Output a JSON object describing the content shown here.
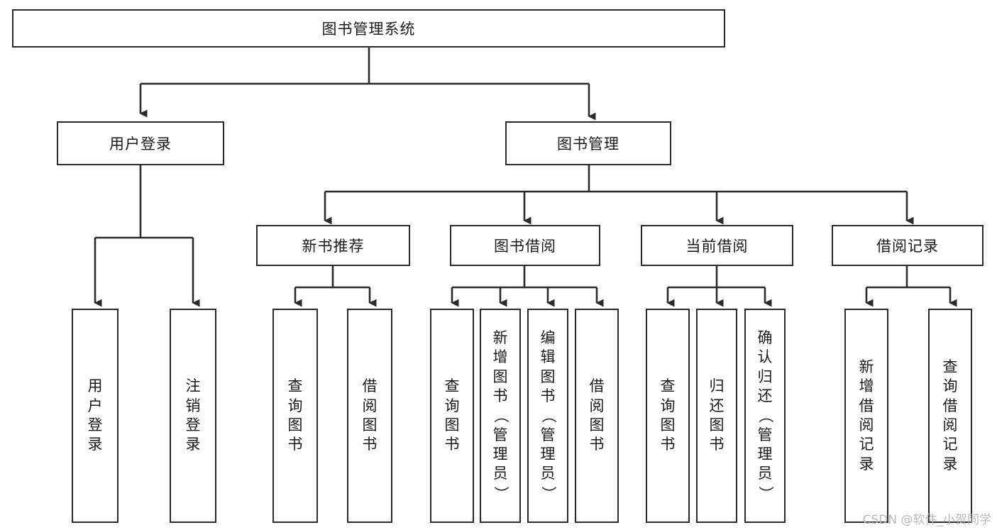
{
  "diagram": {
    "type": "tree",
    "title_text": "图书管理系统",
    "watermark": "CSDN @软件_小贺同学",
    "colors": {
      "stroke": "#2b2b2b",
      "fill": "#ffffff",
      "text": "#1a1a1a",
      "watermark": "#b9b9b9"
    },
    "root": {
      "label": "图书管理系统"
    },
    "level2": [
      {
        "label": "用户登录"
      },
      {
        "label": "图书管理"
      }
    ],
    "level3": [
      {
        "label": "新书推荐"
      },
      {
        "label": "图书借阅"
      },
      {
        "label": "当前借阅"
      },
      {
        "label": "借阅记录"
      }
    ],
    "leaves": {
      "user_login": [
        {
          "label": "用户登录"
        },
        {
          "label": "注销登录"
        }
      ],
      "new_book": [
        {
          "label": "查询图书"
        },
        {
          "label": "借阅图书"
        }
      ],
      "book_borrow": [
        {
          "label": "查询图书"
        },
        {
          "label": "新增图书（管理员）"
        },
        {
          "label": "编辑图书（管理员）"
        },
        {
          "label": "借阅图书"
        }
      ],
      "current_borrow": [
        {
          "label": "查询图书"
        },
        {
          "label": "归还图书"
        },
        {
          "label": "确认归还（管理员）"
        }
      ],
      "borrow_record": [
        {
          "label": "新增借阅记录"
        },
        {
          "label": "查询借阅记录"
        }
      ]
    }
  }
}
